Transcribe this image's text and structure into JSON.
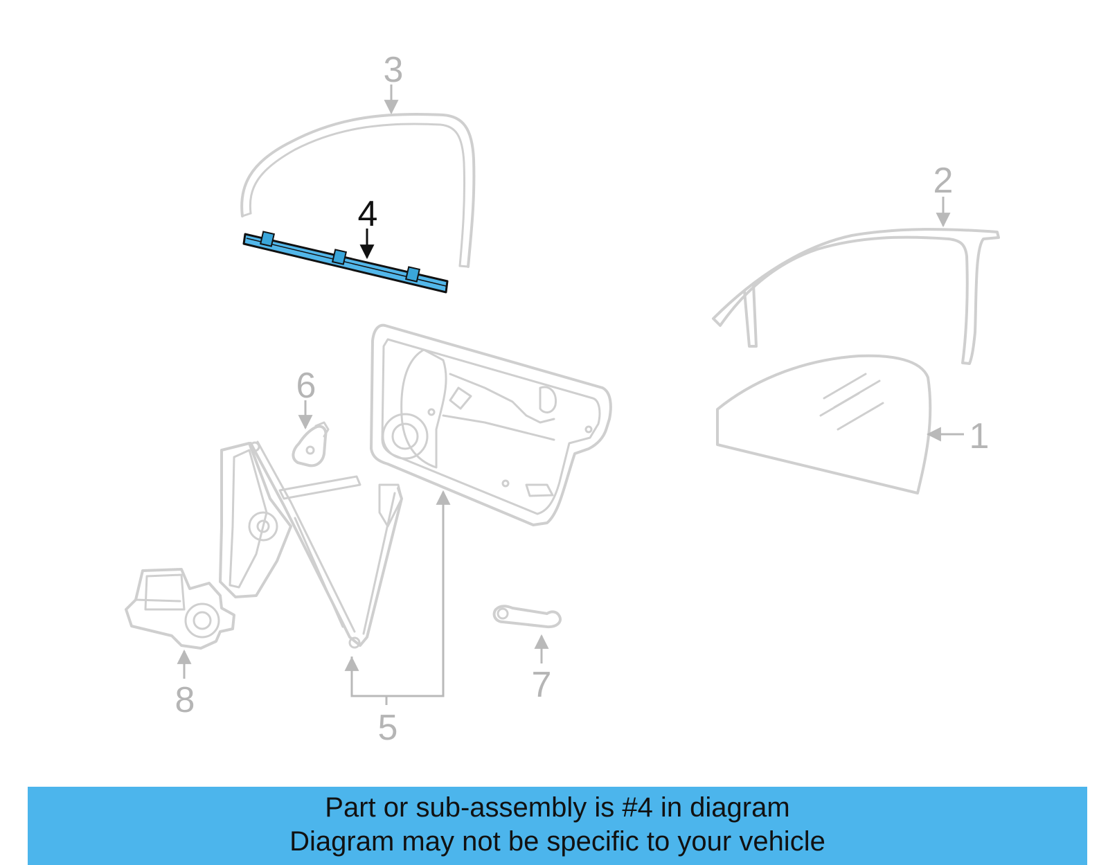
{
  "colors": {
    "highlight_part": "#52b7ea",
    "banner_background": "#4cb5ec",
    "inactive_part": "#cfcfcf",
    "active_callout": "#111111"
  },
  "callouts": [
    {
      "id": "1",
      "label": "1",
      "active": false
    },
    {
      "id": "2",
      "label": "2",
      "active": false
    },
    {
      "id": "3",
      "label": "3",
      "active": false
    },
    {
      "id": "4",
      "label": "4",
      "active": true
    },
    {
      "id": "5",
      "label": "5",
      "active": false
    },
    {
      "id": "6",
      "label": "6",
      "active": false
    },
    {
      "id": "7",
      "label": "7",
      "active": false
    },
    {
      "id": "8",
      "label": "8",
      "active": false
    }
  ],
  "banner": {
    "line1": "Part or sub-assembly is #4 in diagram",
    "line2": "Diagram may not be specific to your vehicle"
  }
}
